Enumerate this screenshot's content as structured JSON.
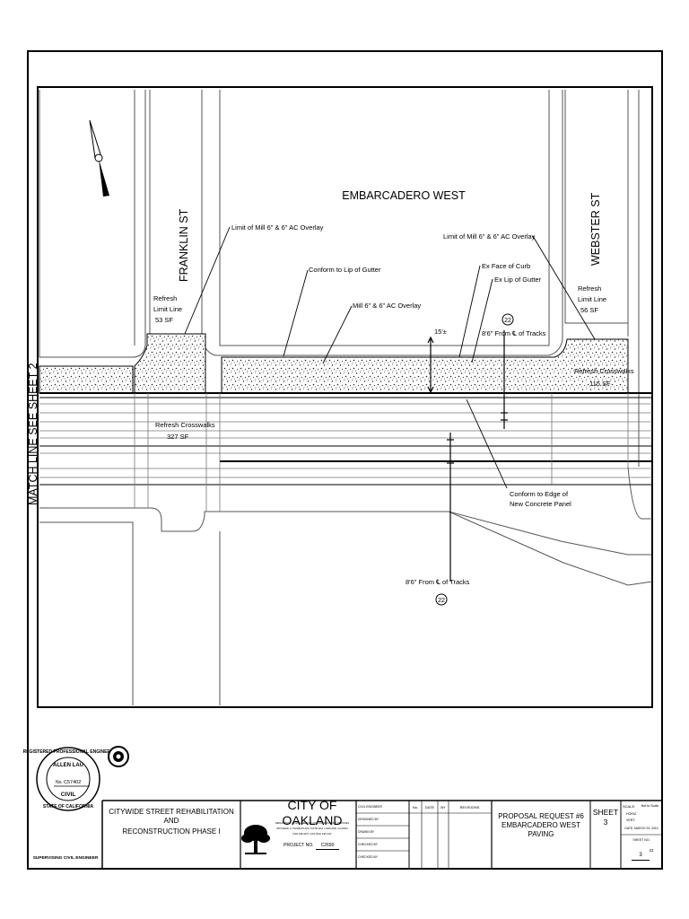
{
  "plan": {
    "street_main": "EMBARCADERO WEST",
    "street_left": "FRANKLIN ST",
    "street_right": "WEBSTER ST",
    "match_line": "MATCH LINE SEE SHEET 2",
    "notes": {
      "limit_mill_left": "Limit of Mill 6\" & 6\" AC Overlay",
      "limit_mill_right": "Limit of Mill 6\" & 6\" AC Overlay",
      "conform_lip": "Conform to Lip of Gutter",
      "mill_overlay": "Mill 6\" & 6\" AC Overlay",
      "ex_face_curb": "Ex Face of Curb",
      "ex_lip_gutter": "Ex Lip of Gutter",
      "dim_15": "15'±",
      "dim_track_top": "8'6\" From ℄ of Tracks",
      "dim_track_bottom": "8'6\" From ℄ of Tracks",
      "conform_edge_1": "Conform to Edge of",
      "conform_edge_2": "New Concrete Panel",
      "refresh_limit_left_1": "Refresh",
      "refresh_limit_left_2": "Limit Line",
      "refresh_limit_left_3": "53 SF",
      "refresh_limit_right_1": "Refresh",
      "refresh_limit_right_2": "Limit Line",
      "refresh_limit_right_3": "56 SF",
      "refresh_cross_left_1": "Refresh Crosswalks",
      "refresh_cross_left_2": "327 SF",
      "refresh_cross_right_1": "Refresh Crosswalks",
      "refresh_cross_right_2": "115 SF",
      "detail_top": "22",
      "detail_bottom": "22"
    }
  },
  "title_block": {
    "seal_number_prefix": "No.",
    "seal_number": "C57402",
    "seal_type": "CIVIL",
    "seal_name": "ALLEN LAU",
    "seal_ring_top": "REGISTERED PROFESSIONAL ENGINEER",
    "seal_ring_bottom": "STATE OF CALIFORNIA",
    "supervising": "SUPERVISING CIVIL ENGINEER",
    "project_1": "CITYWIDE STREET REHABILITATION AND",
    "project_2": "RECONSTRUCTION PHASE I",
    "city": "CITY OF OAKLAND",
    "dept_1": "DEPARTMENT OF ENGINEERING AND CONSTRUCTION SERVICES",
    "dept_2": "250 FRANK H. OGAWA PLAZA, SUITE 4314 • OAKLAND, CA 94612",
    "dept_3": "(510) 238-3437 • FAX (510) 238-7227",
    "project_no_label": "PROJECT NO.",
    "project_no": "C2690",
    "review_rows": [
      "CIVIL ENGINEER",
      "DESIGNED BY",
      "DRAWN BY",
      "CHECKED BY",
      "CHECKED BY"
    ],
    "rev_headers": [
      "No.",
      "DATE",
      "BY",
      "REVISIONS"
    ],
    "proposal_1": "PROPOSAL REQUEST #6",
    "proposal_2": "EMBARCADERO WEST PAVING",
    "sheet_label": "SHEET 3",
    "scale_label": "SCALE:",
    "scale_value": "Not to Scale",
    "horiz": "HORIZ.",
    "vert": "VERT.",
    "date_line": "DATE: MARCH 23, 2010",
    "sheet_no_label": "SHEET NO.",
    "sheet_no": "3",
    "sheet_of": "22"
  }
}
